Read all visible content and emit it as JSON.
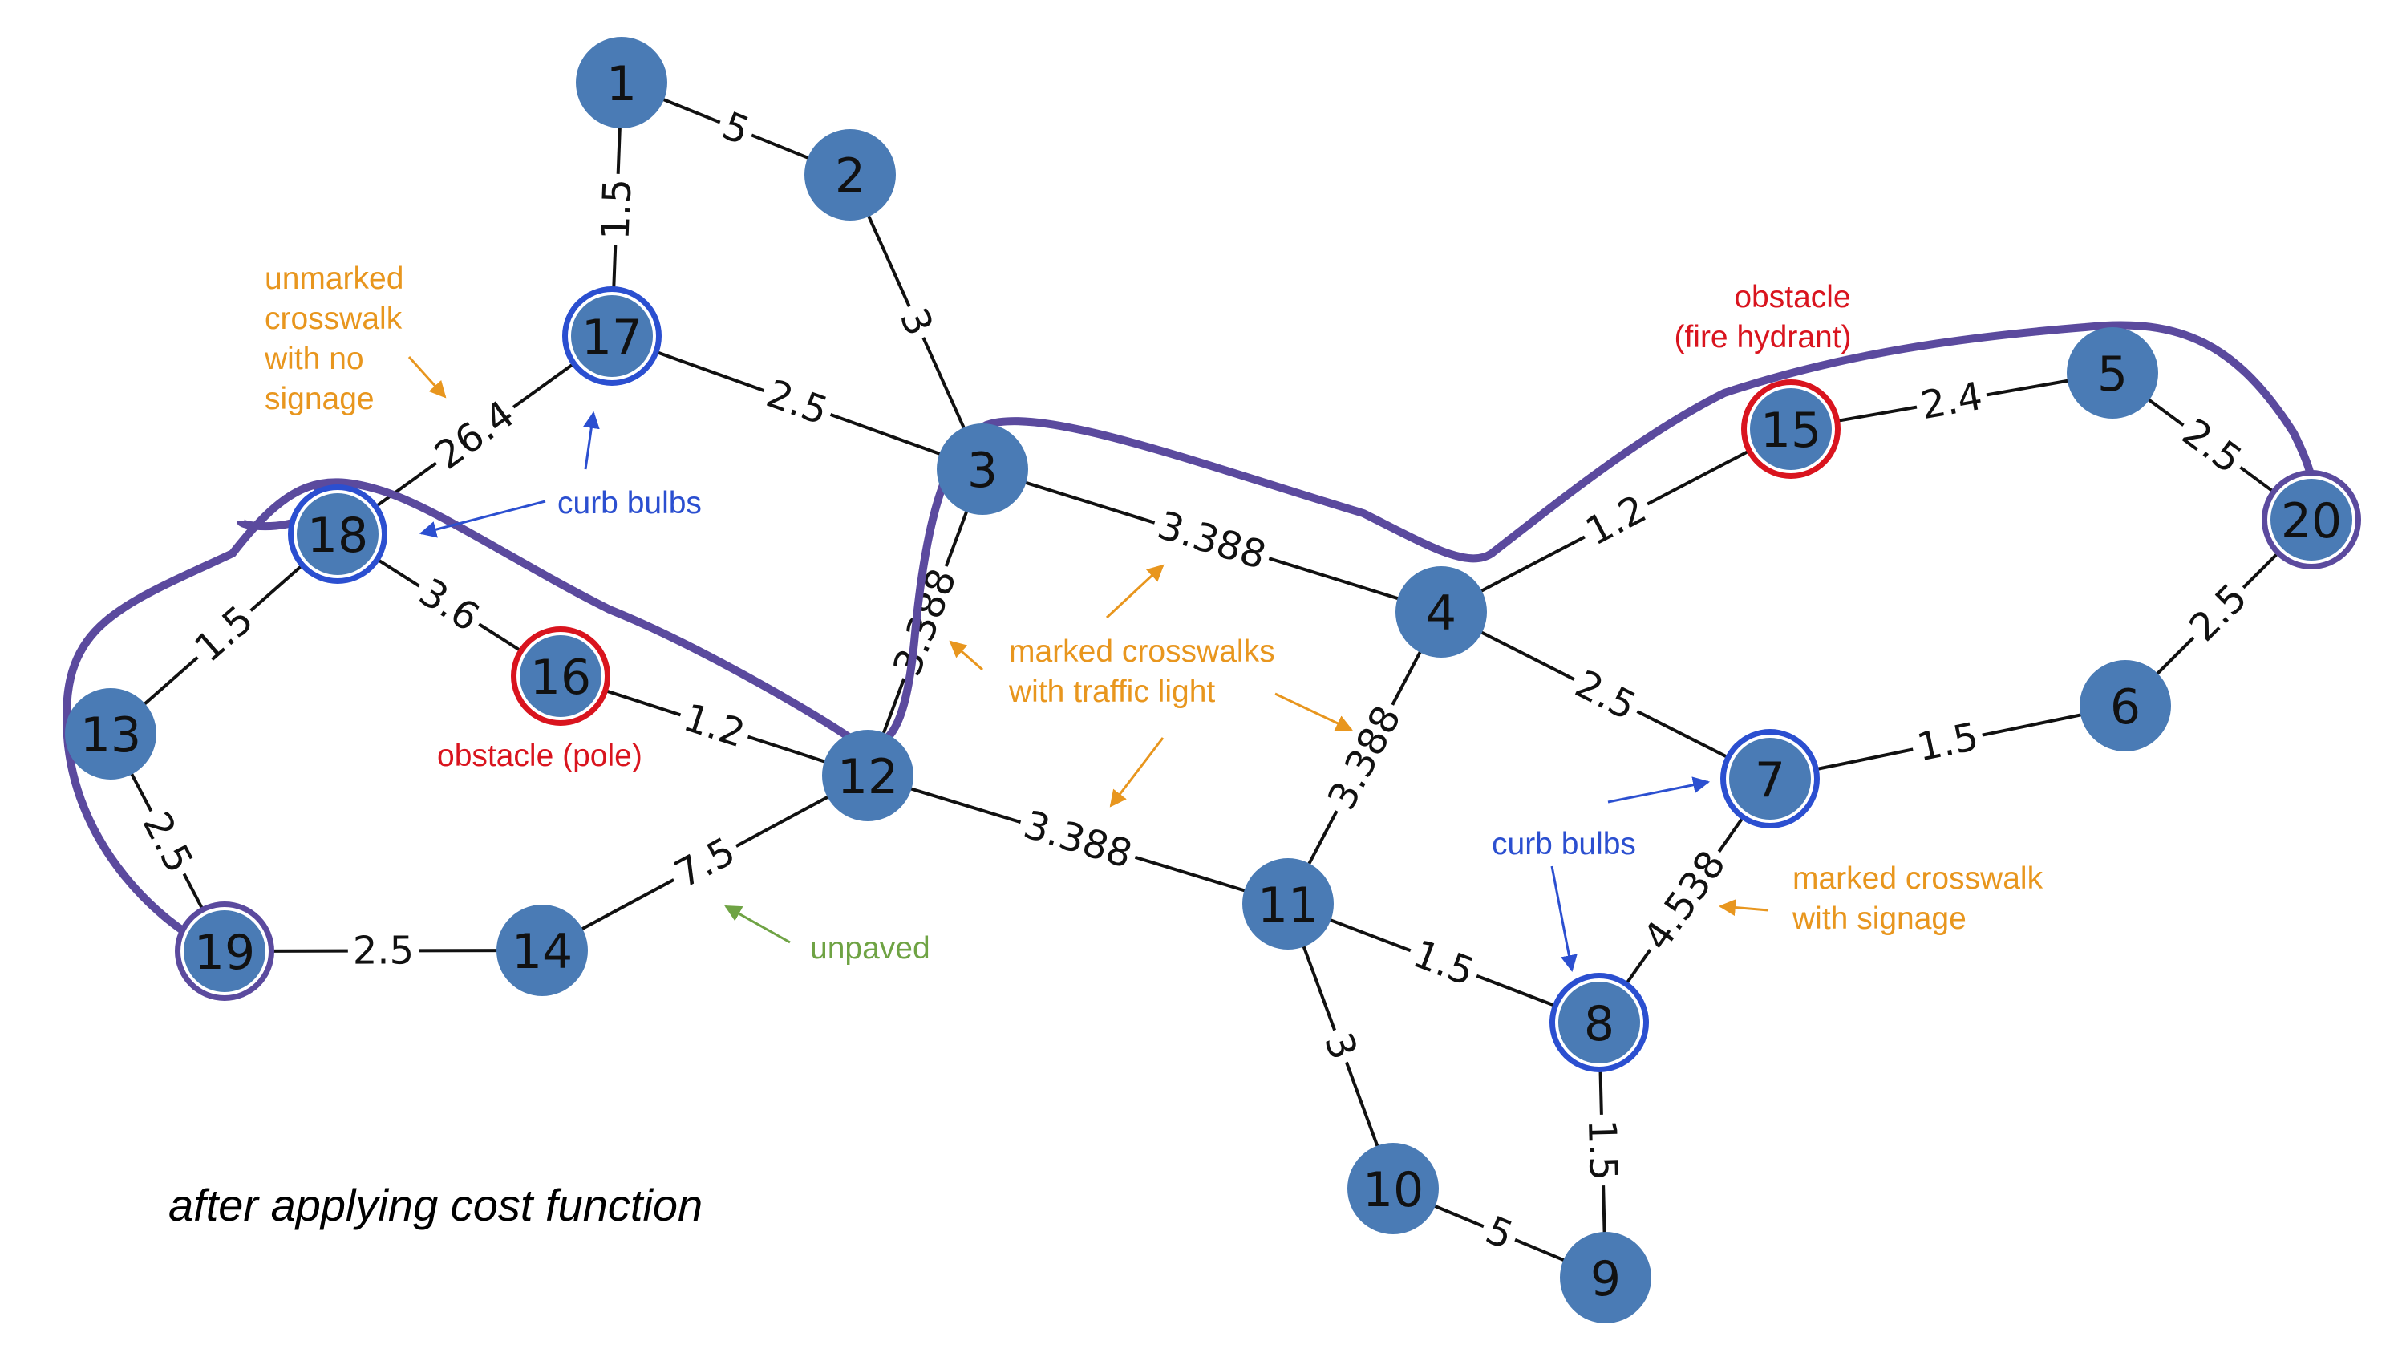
{
  "colors": {
    "node_fill": "#4a7bb5",
    "edge": "#111111",
    "route": "#5b4a9e",
    "obstacle": "#d9141e",
    "curb_bulb": "#2b4fd0",
    "crosswalk": "#e8961e",
    "unpaved": "#6fa344"
  },
  "nodes": [
    {
      "id": "1",
      "label": "1"
    },
    {
      "id": "2",
      "label": "2"
    },
    {
      "id": "3",
      "label": "3"
    },
    {
      "id": "4",
      "label": "4"
    },
    {
      "id": "5",
      "label": "5"
    },
    {
      "id": "6",
      "label": "6"
    },
    {
      "id": "7",
      "label": "7"
    },
    {
      "id": "8",
      "label": "8"
    },
    {
      "id": "9",
      "label": "9"
    },
    {
      "id": "10",
      "label": "10"
    },
    {
      "id": "11",
      "label": "11"
    },
    {
      "id": "12",
      "label": "12"
    },
    {
      "id": "13",
      "label": "13"
    },
    {
      "id": "14",
      "label": "14"
    },
    {
      "id": "15",
      "label": "15"
    },
    {
      "id": "16",
      "label": "16"
    },
    {
      "id": "17",
      "label": "17"
    },
    {
      "id": "18",
      "label": "18"
    },
    {
      "id": "19",
      "label": "19"
    },
    {
      "id": "20",
      "label": "20"
    }
  ],
  "edges": [
    {
      "from": "1",
      "to": "2",
      "weight": "5"
    },
    {
      "from": "1",
      "to": "17",
      "weight": "1.5"
    },
    {
      "from": "2",
      "to": "3",
      "weight": "3"
    },
    {
      "from": "17",
      "to": "3",
      "weight": "2.5"
    },
    {
      "from": "17",
      "to": "18",
      "weight": "26.4"
    },
    {
      "from": "3",
      "to": "4",
      "weight": "3.388"
    },
    {
      "from": "3",
      "to": "12",
      "weight": "3.388"
    },
    {
      "from": "18",
      "to": "13",
      "weight": "1.5"
    },
    {
      "from": "18",
      "to": "16",
      "weight": "3.6"
    },
    {
      "from": "16",
      "to": "12",
      "weight": "1.2"
    },
    {
      "from": "13",
      "to": "19",
      "weight": "2.5"
    },
    {
      "from": "19",
      "to": "14",
      "weight": "2.5"
    },
    {
      "from": "14",
      "to": "12",
      "weight": "7.5"
    },
    {
      "from": "12",
      "to": "11",
      "weight": "3.388"
    },
    {
      "from": "4",
      "to": "11",
      "weight": "3.388"
    },
    {
      "from": "4",
      "to": "15",
      "weight": "1.2"
    },
    {
      "from": "4",
      "to": "7",
      "weight": "2.5"
    },
    {
      "from": "15",
      "to": "5",
      "weight": "2.4"
    },
    {
      "from": "5",
      "to": "20",
      "weight": "2.5"
    },
    {
      "from": "20",
      "to": "6",
      "weight": "2.5"
    },
    {
      "from": "6",
      "to": "7",
      "weight": "1.5"
    },
    {
      "from": "7",
      "to": "8",
      "weight": "4.538"
    },
    {
      "from": "11",
      "to": "8",
      "weight": "1.5"
    },
    {
      "from": "11",
      "to": "10",
      "weight": "3"
    },
    {
      "from": "10",
      "to": "9",
      "weight": "5"
    },
    {
      "from": "8",
      "to": "9",
      "weight": "1.5"
    }
  ],
  "rings": [
    {
      "node": "17",
      "type": "curb_bulb"
    },
    {
      "node": "18",
      "type": "curb_bulb"
    },
    {
      "node": "7",
      "type": "curb_bulb"
    },
    {
      "node": "8",
      "type": "curb_bulb"
    },
    {
      "node": "16",
      "type": "obstacle"
    },
    {
      "node": "15",
      "type": "obstacle"
    },
    {
      "node": "19",
      "type": "route"
    },
    {
      "node": "20",
      "type": "route"
    }
  ],
  "annotations": {
    "unmarked_crosswalk": [
      "unmarked",
      "crosswalk",
      "with no",
      "signage"
    ],
    "curb_bulbs_left": "curb bulbs",
    "obstacle_pole": "obstacle (pole)",
    "obstacle_hydrant": [
      "obstacle",
      "(fire hydrant)"
    ],
    "marked_crosswalks_light": [
      "marked crosswalks",
      "with traffic light"
    ],
    "unpaved": "unpaved",
    "curb_bulbs_right": "curb bulbs",
    "marked_crosswalk_signage": [
      "marked crosswalk",
      "with signage"
    ]
  },
  "caption": "after applying cost function"
}
